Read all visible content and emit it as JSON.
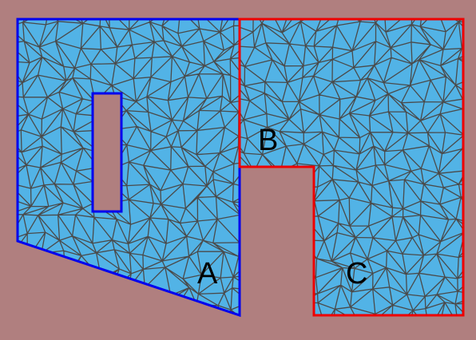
{
  "colors": {
    "background": "#b07f7f",
    "mesh_fill": "#52b3e6",
    "mesh_edges": "#4a4a4a",
    "region_a_border": "#0000ee",
    "region_bc_border": "#ee0000"
  },
  "regions": [
    {
      "id": "region-a",
      "label": "A"
    },
    {
      "id": "region-b",
      "label": "B"
    },
    {
      "id": "region-c",
      "label": "C"
    }
  ]
}
